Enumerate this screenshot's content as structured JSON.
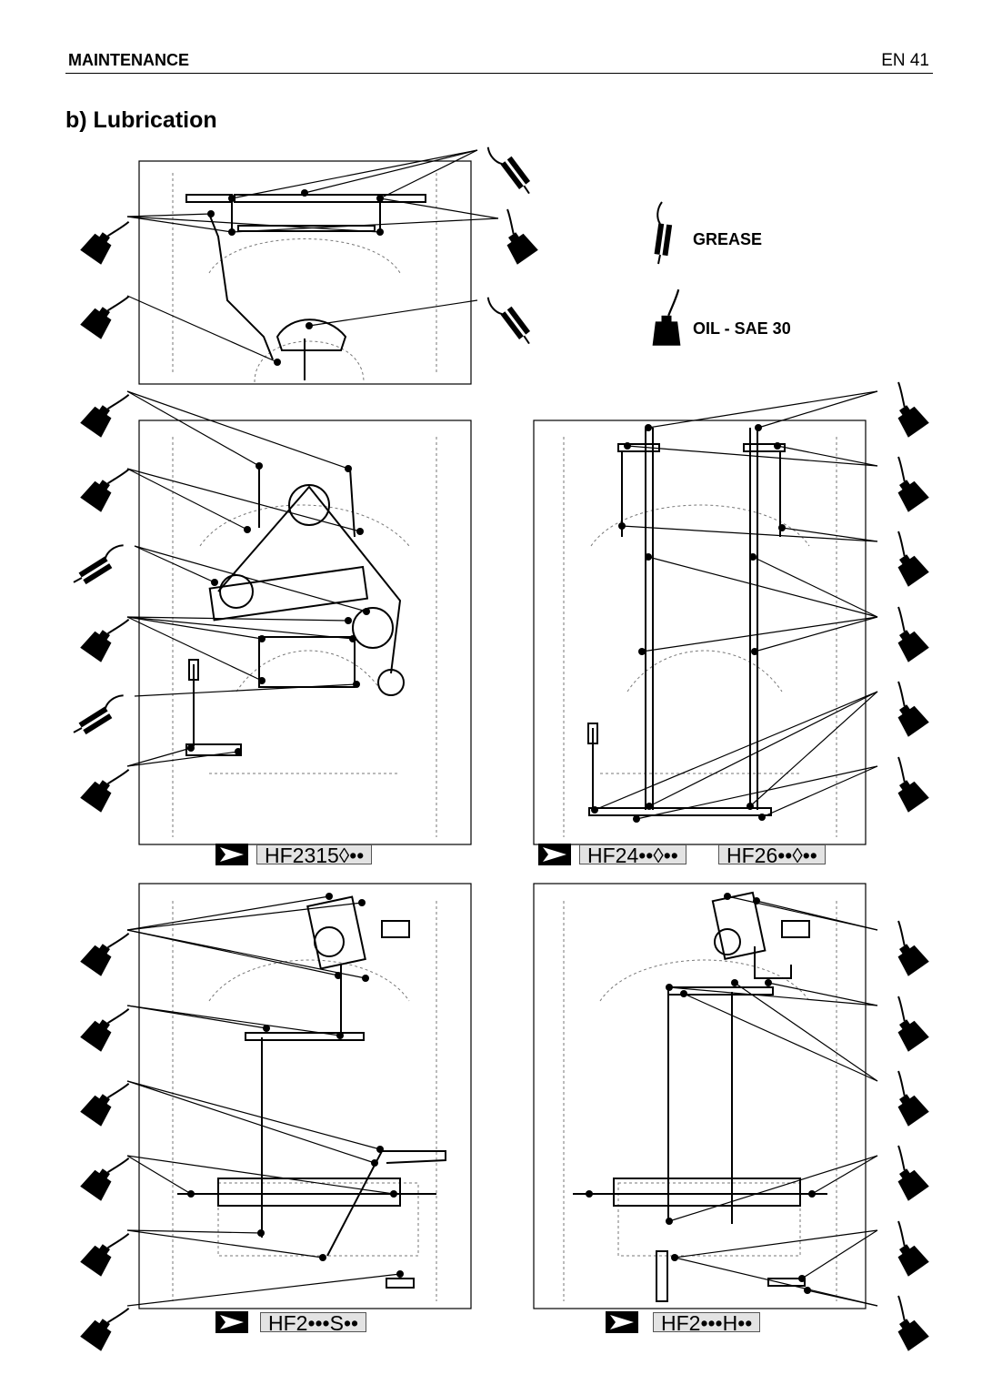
{
  "header": {
    "section": "MAINTENANCE",
    "page": "EN  41"
  },
  "title": "b)  Lubrication",
  "legend": {
    "grease": "GREASE",
    "oil": "OIL - SAE 30"
  },
  "models": {
    "panel2": "HF2315◊••",
    "panel3a": "HF24••◊••",
    "panel3b": "HF26••◊••",
    "panel4": "HF2•••S••",
    "panel5": "HF2•••H••"
  },
  "icons": [
    "grease-gun-icon",
    "oil-can-icon",
    "arrow-right-icon"
  ]
}
